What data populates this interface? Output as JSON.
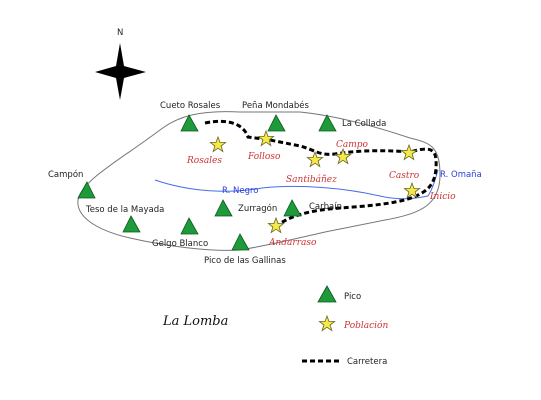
{
  "map": {
    "north": "N",
    "region": "La Lomba",
    "rivers": [
      "R. Negro",
      "R. Omaña"
    ],
    "peaks": [
      "Cueto Rosales",
      "Peña Mondabés",
      "La Collada",
      "Campón",
      "Teso de la Mayada",
      "Gelgo Blanco",
      "Zurragón",
      "Carbaín",
      "Pico de las Gallinas"
    ],
    "towns": [
      "Rosales",
      "Folloso",
      "Campo",
      "Santibáñez",
      "Castro",
      "Inicio",
      "Andarraso"
    ]
  },
  "legend": {
    "peak_label": "Pico",
    "town_label": "Población",
    "road_label": "Carretera"
  },
  "colors": {
    "peak_fill": "#1e9a3a",
    "town_fill": "#f4ea4a",
    "town_text": "#cc3333",
    "river": "#4a6de8",
    "river_text": "#2a3fd8",
    "road": "#000000",
    "boundary": "#777777"
  }
}
